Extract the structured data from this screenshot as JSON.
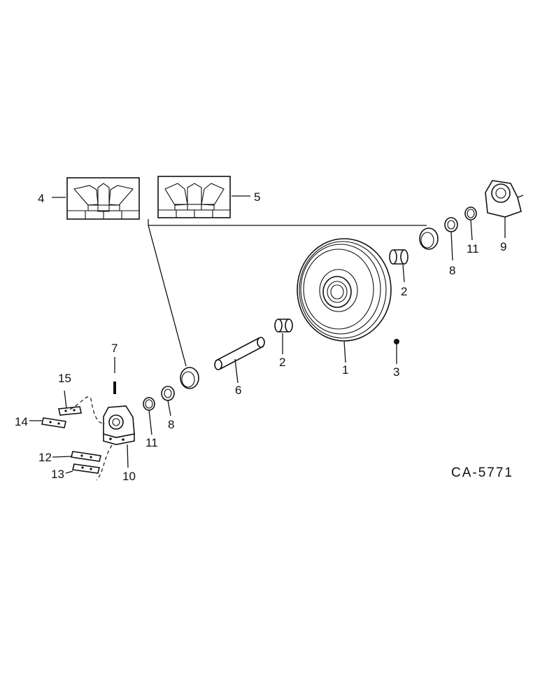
{
  "drawing_code": "CA-5771",
  "callouts": {
    "c1": "1",
    "c2a": "2",
    "c2b": "2",
    "c3": "3",
    "c4": "4",
    "c5": "5",
    "c6": "6",
    "c7": "7",
    "c8a": "8",
    "c8b": "8",
    "c9": "9",
    "c10": "10",
    "c11a": "11",
    "c11b": "11",
    "c12": "12",
    "c13": "13",
    "c14": "14",
    "c15": "15"
  }
}
